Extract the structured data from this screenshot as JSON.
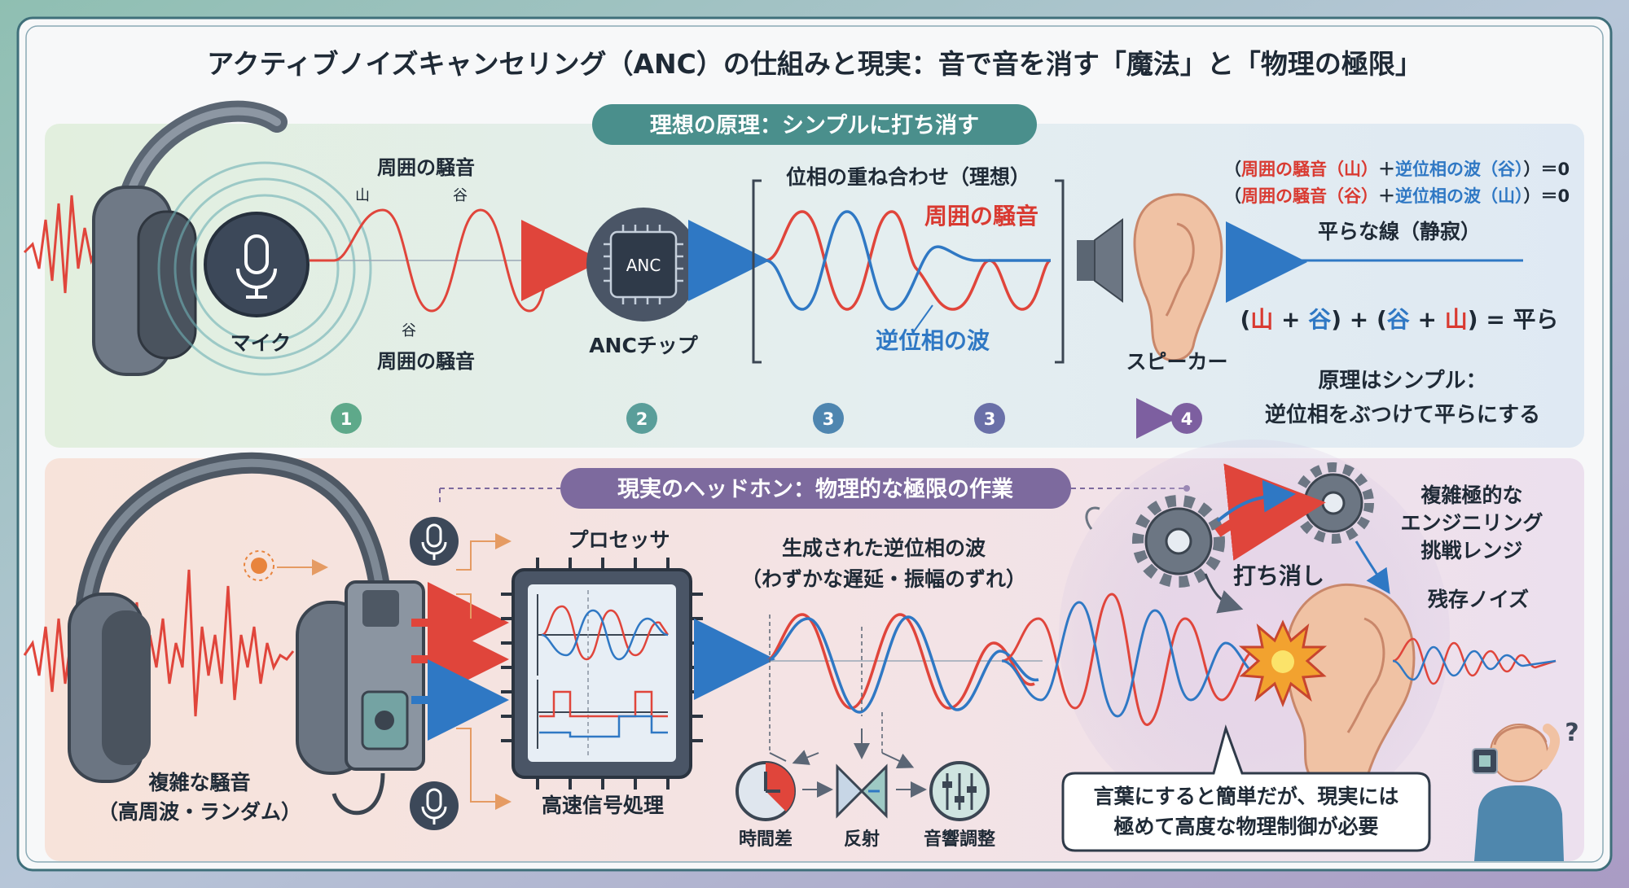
{
  "title": "アクティブノイズキャンセリング（ANC）の仕組みと現実：音で音を消す「魔法」と「物理の極限」",
  "ideal": {
    "header": "理想の原理：シンプルに打ち消す",
    "mic_label": "マイク",
    "noise_top_label": "周囲の騒音",
    "peak_label": "山",
    "valley_top_label": "谷",
    "valley_bottom_label": "谷",
    "noise_bottom_label": "周囲の騒音",
    "chip_text": "ANC",
    "chip_label": "ANCチップ",
    "superposition_title": "位相の重ね合わせ（理想）",
    "noise_wave_label": "周囲の騒音",
    "anti_wave_label": "逆位相の波",
    "speaker_label": "スピーカー",
    "equation_1": "（周囲の騒音（山）＋逆位相の波（谷））＝0",
    "equation_2": "（周囲の騒音（谷）＋逆位相の波（山））＝0",
    "flat_label": "平らな線（静寂）",
    "formula": "(山 + 谷) + (谷 + 山) = 平ら",
    "principle_line1": "原理はシンプル：",
    "principle_line2": "逆位相をぶつけて平らにする",
    "steps": [
      "1",
      "2",
      "3",
      "3",
      "4"
    ]
  },
  "real": {
    "header": "現実のヘッドホン：物理的な極限の作業",
    "noise_line1": "複雑な騒音",
    "noise_line2": "（高周波・ランダム）",
    "processor_label": "プロセッサ",
    "dsp_label": "高速信号処理",
    "generated_line1": "生成された逆位相の波",
    "generated_line2": "（わずかな遅延・振幅のずれ）",
    "time_diff_label": "時間差",
    "reflection_label": "反射",
    "tuning_label": "音響調整",
    "cancel_label": "打ち消し",
    "challenge_line1": "複雑極的な",
    "challenge_line2": "エンジニリング",
    "challenge_line3": "挑戦レンジ",
    "residual_label": "残存ノイズ",
    "bubble_line1": "言葉にすると簡単だが、現実には",
    "bubble_line2": "極めて高度な物理制御が必要",
    "question_mark": "?"
  },
  "colors": {
    "noise_red": "#e0453b",
    "anti_blue": "#2f78c4",
    "teal_header": "#4a8f8c",
    "purple_header": "#7d6a9e"
  }
}
